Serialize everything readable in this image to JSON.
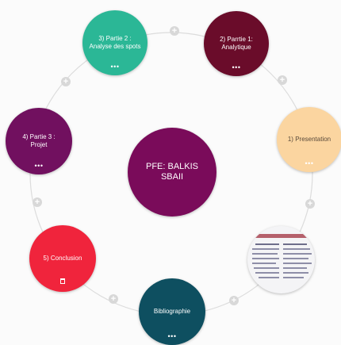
{
  "center": {
    "title_line1": "PFE: BALKIS",
    "title_line2": "SBAII",
    "color": "#7a0b5a"
  },
  "nodes": [
    {
      "id": "partie2",
      "line1": "3) Partie 2 :",
      "line2": "Analyse des spots",
      "color": "#2bb796",
      "more": "•••"
    },
    {
      "id": "partie1",
      "line1": "2) Parrtie 1:",
      "line2": "Analytique",
      "color": "#6a0c2a",
      "more": "•••"
    },
    {
      "id": "presentation",
      "line1": "1) Presentation",
      "line2": "",
      "color": "#fbd5a0",
      "more": "•••"
    },
    {
      "id": "partie3",
      "line1": "4) Partie 3 :",
      "line2": "Projet",
      "color": "#71105f",
      "more": "•••"
    },
    {
      "id": "conclusion",
      "line1": "5) Conclusion",
      "line2": "",
      "color": "#f0243c"
    },
    {
      "id": "bibliographie",
      "line1": "Bibliographie",
      "line2": "",
      "color": "#0e4f60",
      "more": "•••"
    }
  ],
  "plus_symbol": "+",
  "icons": {
    "document_thumbnail": "document-thumbnail-icon",
    "trash": "trash-icon"
  }
}
